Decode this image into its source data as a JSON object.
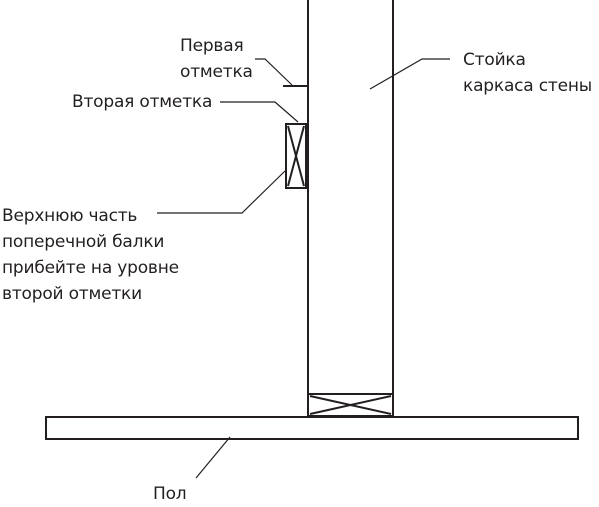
{
  "diagram": {
    "labels": {
      "first_mark": [
        "Первая",
        "отметка"
      ],
      "second_mark": "Вторая отметка",
      "beam_top": [
        "Верхнюю часть",
        "поперечной балки",
        "прибейте на уровне",
        "второй отметки"
      ],
      "stud": [
        "Стойка",
        "каркаса стены"
      ],
      "floor": "Пол"
    },
    "colors": {
      "stroke": "#231f20",
      "background": "#ffffff"
    }
  }
}
